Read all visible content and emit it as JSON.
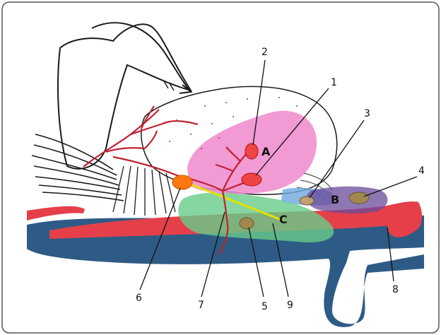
{
  "figure": {
    "number_labels": [
      "1",
      "2",
      "3",
      "4",
      "5",
      "6",
      "7",
      "8",
      "9"
    ],
    "region_labels": [
      "A",
      "B",
      "C"
    ]
  },
  "colors": {
    "frame": "#555555",
    "outline": "#1a1a1a",
    "vein": "#2e5b85",
    "artery": "#e5404a",
    "artery_dark": "#c02030",
    "region_a": "#ee88cc",
    "region_b": "#6a4a9a",
    "region_c": "#66cc88",
    "node_red": "#ee4444",
    "node_orange": "#ff7711",
    "node_olive": "#a08850",
    "duct_yellow": "#e8e000"
  }
}
